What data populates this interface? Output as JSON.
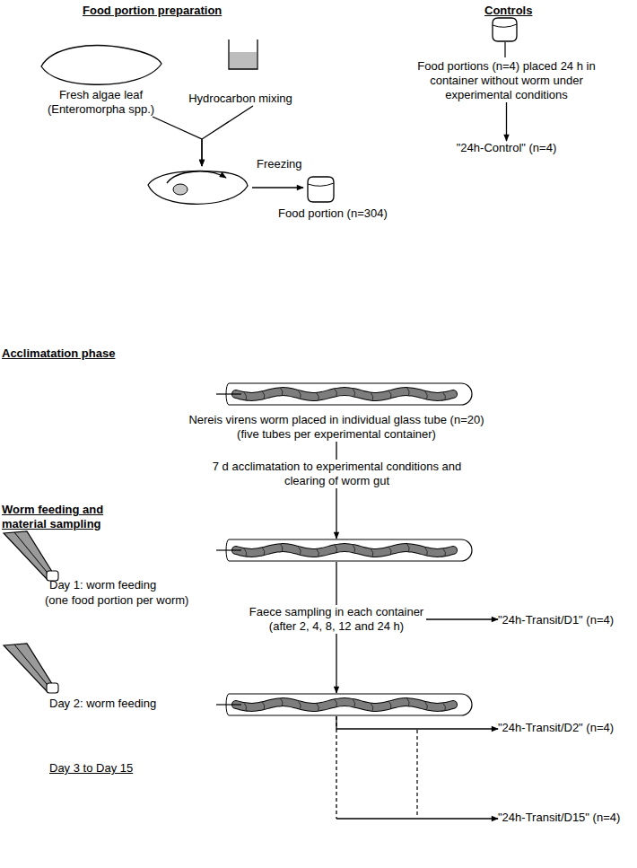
{
  "diagram": {
    "nodes": [
      {
        "text": [
          "Fresh algae leaf (Enteromorpha spp.)"
        ]
      },
      {
        "text": [
          "Hydrocarbon mixing"
        ]
      },
      {
        "text": [
          "Food portion (n=304)"
        ]
      },
      {
        "text": [
          "Food portions (n=4) placed 24 h in container without worm under experimental conditions"
        ]
      },
      {
        "text": [
          "\"24h-Control\" (n=4)"
        ]
      },
      {
        "text": [
          "Nereis virens worm placed in individual glass tube (n=20)",
          "(five tubes per experimental container)"
        ]
      },
      {
        "text": [
          "7 d acclimatation to experimental conditions and clearing of worm gut"
        ]
      },
      {
        "text": [
          "Day 1: worm feeding",
          "(one food portion per worm)"
        ]
      },
      {
        "text": [
          "Faece sampling in each container (after 2, 4, 8, 12 and 24 h)"
        ]
      },
      {
        "text": [
          "\"24h-Transit/D1\" (n=4)"
        ]
      },
      {
        "text": [
          "Day 2: worm feeding"
        ]
      },
      {
        "text": [
          "\"24h-Transit/D2\" (n=4)"
        ]
      },
      {
        "text": [
          "\"24h-Transit/D15\" (n=4)"
        ]
      }
    ],
    "edges": [
      {
        "from": 0,
        "to": 2,
        "arrow": "to"
      },
      {
        "from": 1,
        "to": 2,
        "arrow": "to"
      },
      {
        "from": 3,
        "to": 4,
        "arrow": "to"
      },
      {
        "from": 5,
        "to": 6,
        "arrow": "none"
      },
      {
        "from": 6,
        "to": 7,
        "arrow": "to"
      },
      {
        "from": 7,
        "to": 8,
        "arrow": "none"
      },
      {
        "from": 8,
        "to": 9,
        "arrow": "to"
      },
      {
        "from": 8,
        "to": 10,
        "arrow": "to"
      },
      {
        "from": 10,
        "to": 11,
        "arrow": "to"
      },
      {
        "from": 10,
        "to": 12,
        "arrow": "to"
      }
    ],
    "labels": [
      "Food portion preparation",
      "Controls",
      "Acclimatation phase",
      "Worm feeding and material sampling",
      "Freezing",
      "Day 3 to Day 15"
    ]
  }
}
